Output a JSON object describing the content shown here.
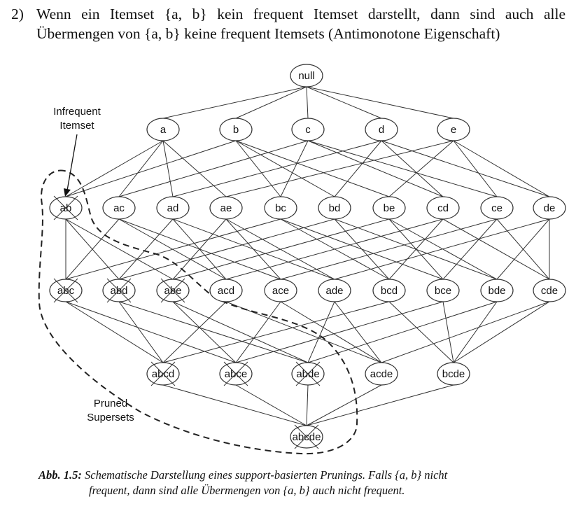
{
  "heading": {
    "number": "2)",
    "line1": "Wenn ein Itemset {a, b} kein frequent Itemset darstellt, dann sind auch alle",
    "line2": "Übermengen von {a, b} keine frequent Itemsets (Antimonotone Eigenschaft)"
  },
  "diagram": {
    "levels": [
      [
        "null"
      ],
      [
        "a",
        "b",
        "c",
        "d",
        "e"
      ],
      [
        "ab",
        "ac",
        "ad",
        "ae",
        "bc",
        "bd",
        "be",
        "cd",
        "ce",
        "de"
      ],
      [
        "abc",
        "abd",
        "abe",
        "acd",
        "ace",
        "ade",
        "bcd",
        "bce",
        "bde",
        "cde"
      ],
      [
        "abcd",
        "abce",
        "abde",
        "acde",
        "bcde"
      ],
      [
        "abcde"
      ]
    ],
    "pruned": [
      "ab",
      "abc",
      "abd",
      "abe",
      "abcd",
      "abce",
      "abde",
      "abcde"
    ],
    "annotations": {
      "infrequent_line1": "Infrequent",
      "infrequent_line2": "Itemset",
      "pruned_line1": "Pruned",
      "pruned_line2": "Supersets"
    },
    "colors": {
      "stroke": "#333333",
      "text": "#111111"
    }
  },
  "caption": {
    "label": "Abb. 1.5:",
    "line1": "Schematische Darstellung eines support-basierten Prunings. Falls {a, b} nicht",
    "line2": "frequent, dann sind alle Übermengen von {a, b} auch nicht frequent."
  }
}
